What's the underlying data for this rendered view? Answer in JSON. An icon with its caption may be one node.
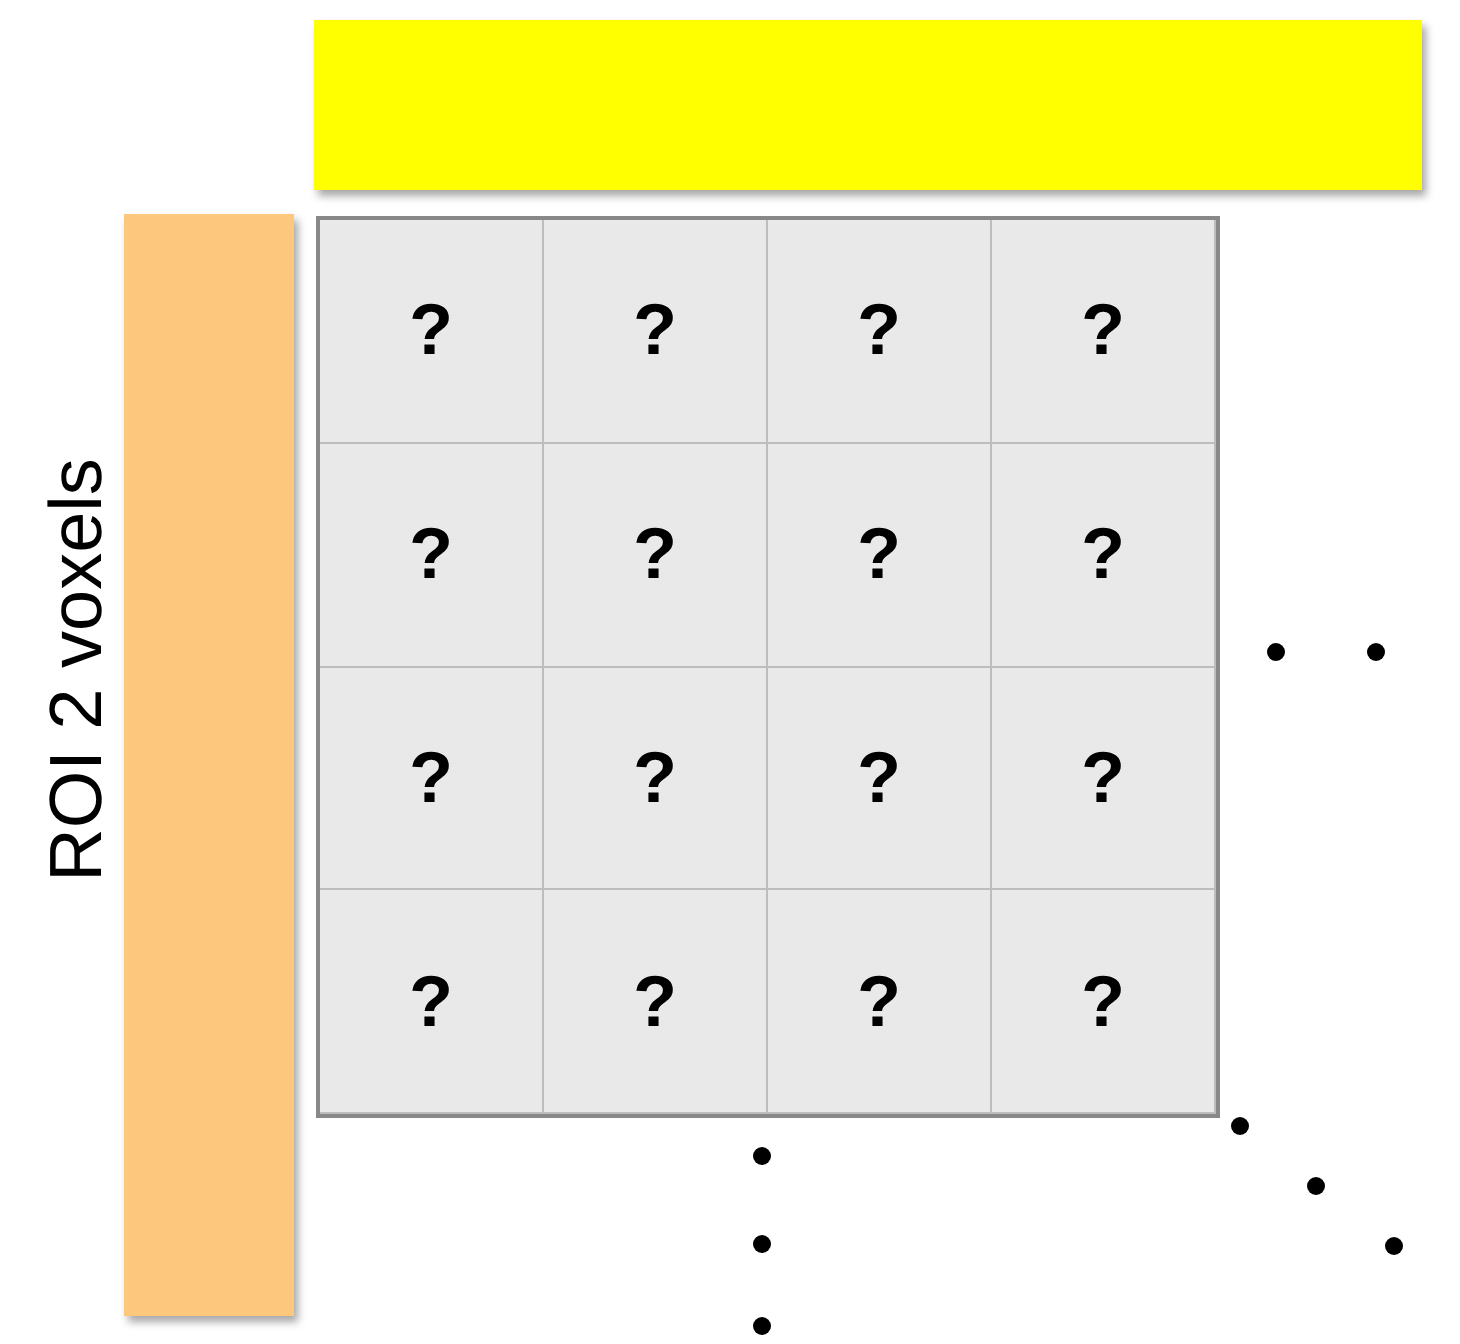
{
  "diagram": {
    "nodes": [
      {
        "text": [],
        "shape": "bar"
      },
      {
        "text": [],
        "shape": "bar",
        "beside": [
          "ROI 2 voxels"
        ]
      }
    ],
    "labels": [
      "?",
      "?",
      "?",
      "?",
      "?",
      "?",
      "?",
      "?",
      "?",
      "?",
      "?",
      "?",
      "?",
      "?",
      "?",
      "?"
    ]
  }
}
